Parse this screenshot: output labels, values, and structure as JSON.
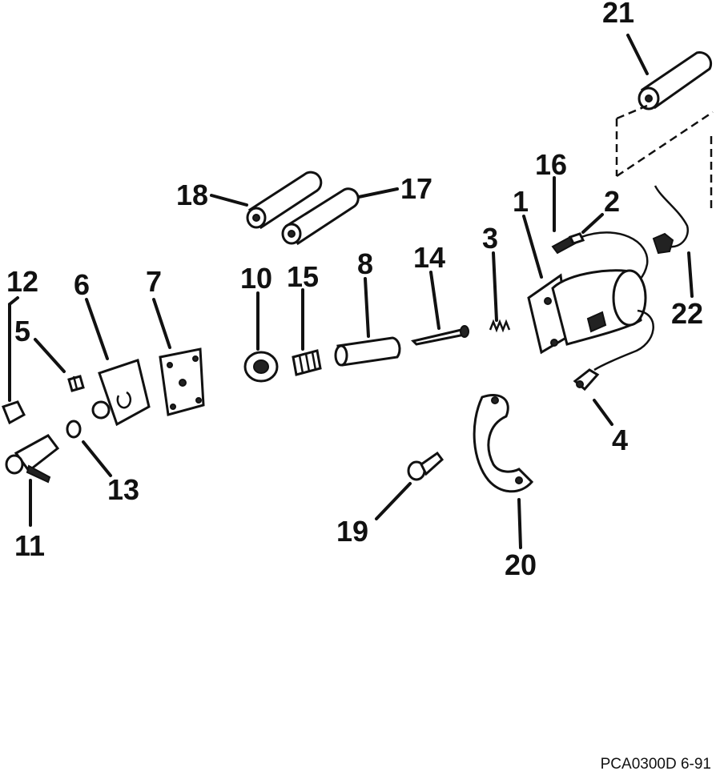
{
  "parts": [
    {
      "id": "1",
      "name": "part-1"
    },
    {
      "id": "2",
      "name": "part-2"
    },
    {
      "id": "3",
      "name": "part-3"
    },
    {
      "id": "4",
      "name": "part-4"
    },
    {
      "id": "5",
      "name": "part-5"
    },
    {
      "id": "6",
      "name": "part-6"
    },
    {
      "id": "7",
      "name": "part-7"
    },
    {
      "id": "8",
      "name": "part-8"
    },
    {
      "id": "10",
      "name": "part-10"
    },
    {
      "id": "11",
      "name": "part-11"
    },
    {
      "id": "12",
      "name": "part-12"
    },
    {
      "id": "13",
      "name": "part-13"
    },
    {
      "id": "14",
      "name": "part-14"
    },
    {
      "id": "15",
      "name": "part-15"
    },
    {
      "id": "16",
      "name": "part-16"
    },
    {
      "id": "17",
      "name": "part-17"
    },
    {
      "id": "18",
      "name": "part-18"
    },
    {
      "id": "19",
      "name": "part-19"
    },
    {
      "id": "20",
      "name": "part-20"
    },
    {
      "id": "21",
      "name": "part-21"
    },
    {
      "id": "22",
      "name": "part-22"
    }
  ],
  "drawing_code": "PCA0300D 6-91"
}
